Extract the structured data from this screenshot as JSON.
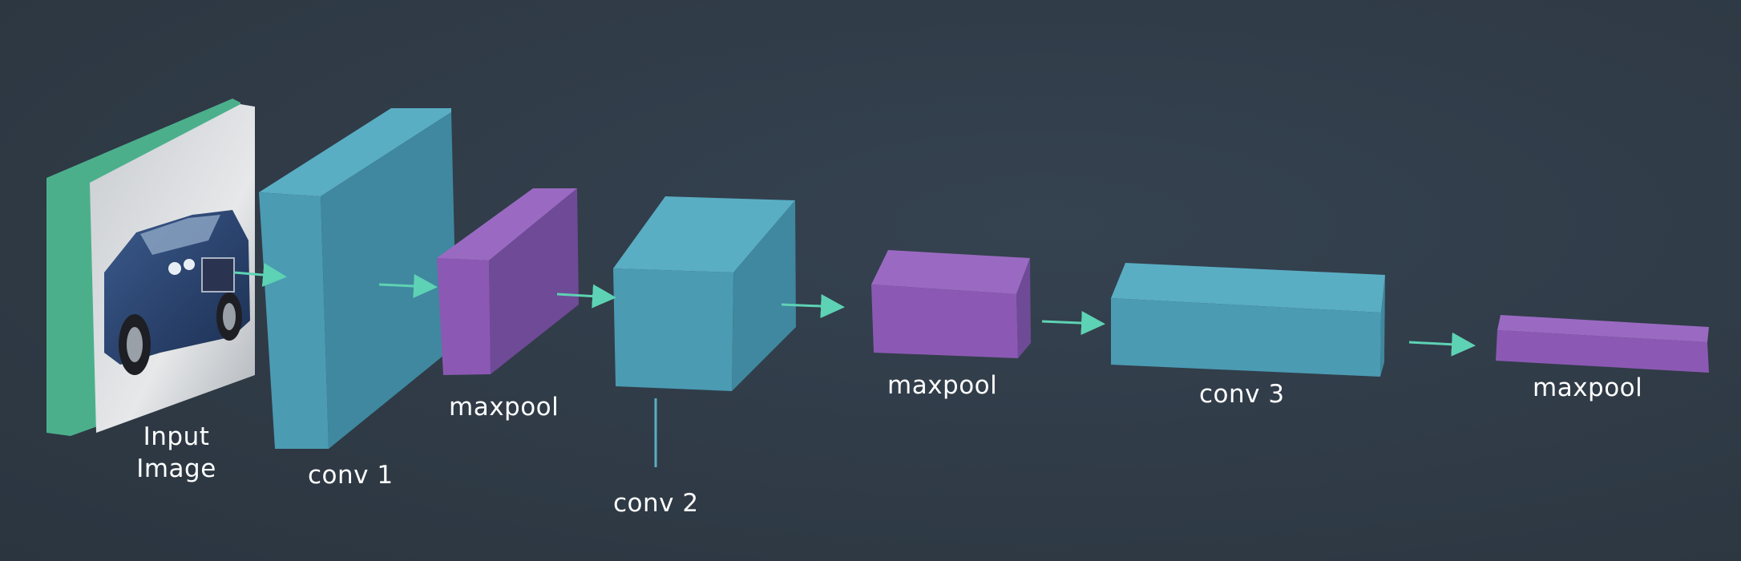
{
  "labels": {
    "input_line1": "Input",
    "input_line2": "Image",
    "conv1": "conv 1",
    "maxpool1": "maxpool",
    "conv2": "conv 2",
    "maxpool2": "maxpool",
    "conv3": "conv 3",
    "maxpool3": "maxpool"
  },
  "colors": {
    "background": "#303b46",
    "conv_front": "#4b9bb3",
    "conv_top": "#5aaec4",
    "conv_side": "#3f889f",
    "pool_front": "#8b59b3",
    "pool_top": "#9a6ac2",
    "pool_side": "#6f4a97",
    "input_frame": "#4caf8c",
    "arrow": "#5ed2b4"
  }
}
